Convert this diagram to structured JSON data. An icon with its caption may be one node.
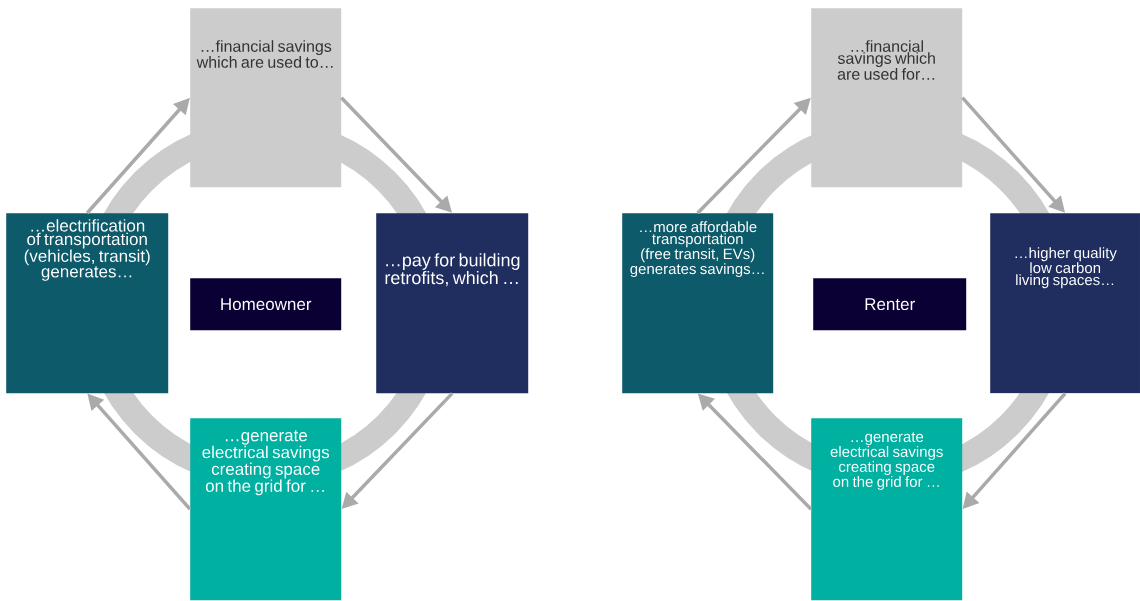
{
  "diagram": {
    "nodes": [
      {
        "text": [
          "Homeowner"
        ]
      },
      {
        "text": [
          "…financial savings which are used to…"
        ]
      },
      {
        "text": [
          "…pay for building retrofits, which …"
        ]
      },
      {
        "text": [
          "…generate electrical savings creating space on the grid for …"
        ]
      },
      {
        "text": [
          "…electrification of transportation (vehicles, transit) generates…"
        ]
      },
      {
        "text": [
          "Renter"
        ]
      },
      {
        "text": [
          "…financial savings which are used for…"
        ]
      },
      {
        "text": [
          "…higher quality low carbon living spaces…"
        ]
      },
      {
        "text": [
          "…generate electrical savings creating space on the grid for …"
        ]
      },
      {
        "text": [
          "…more affordable transportation (free transit, EVs)  generates savings…"
        ]
      }
    ],
    "edges": [
      {
        "from": 1,
        "to": 2,
        "arrow": "to"
      },
      {
        "from": 2,
        "to": 3,
        "arrow": "to"
      },
      {
        "from": 3,
        "to": 4,
        "arrow": "to"
      },
      {
        "from": 4,
        "to": 1,
        "arrow": "to"
      },
      {
        "from": 6,
        "to": 7,
        "arrow": "to"
      },
      {
        "from": 7,
        "to": 8,
        "arrow": "to"
      },
      {
        "from": 8,
        "to": 9,
        "arrow": "to"
      },
      {
        "from": 9,
        "to": 6,
        "arrow": "to"
      }
    ]
  }
}
